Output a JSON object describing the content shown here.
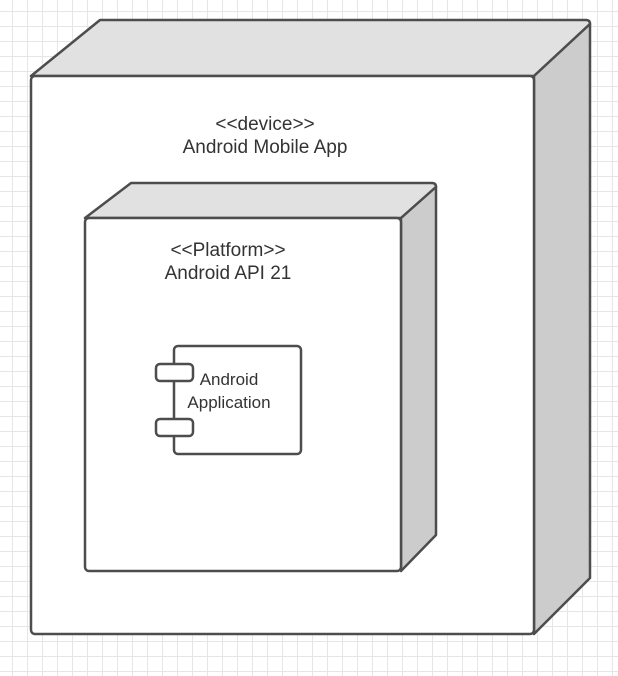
{
  "diagram": {
    "device_node": {
      "stereotype": "<<device>>",
      "name": "Android Mobile App"
    },
    "platform_node": {
      "stereotype": "<<Platform>>",
      "name": "Android API 21"
    },
    "component": {
      "line1": "Android",
      "line2": "Application"
    },
    "colors": {
      "stroke": "#4d4d4d",
      "face": "#ffffff",
      "top": "#e1e1e1",
      "side": "#cccccc",
      "grid": "#e6e6e6",
      "text": "#333333"
    }
  }
}
